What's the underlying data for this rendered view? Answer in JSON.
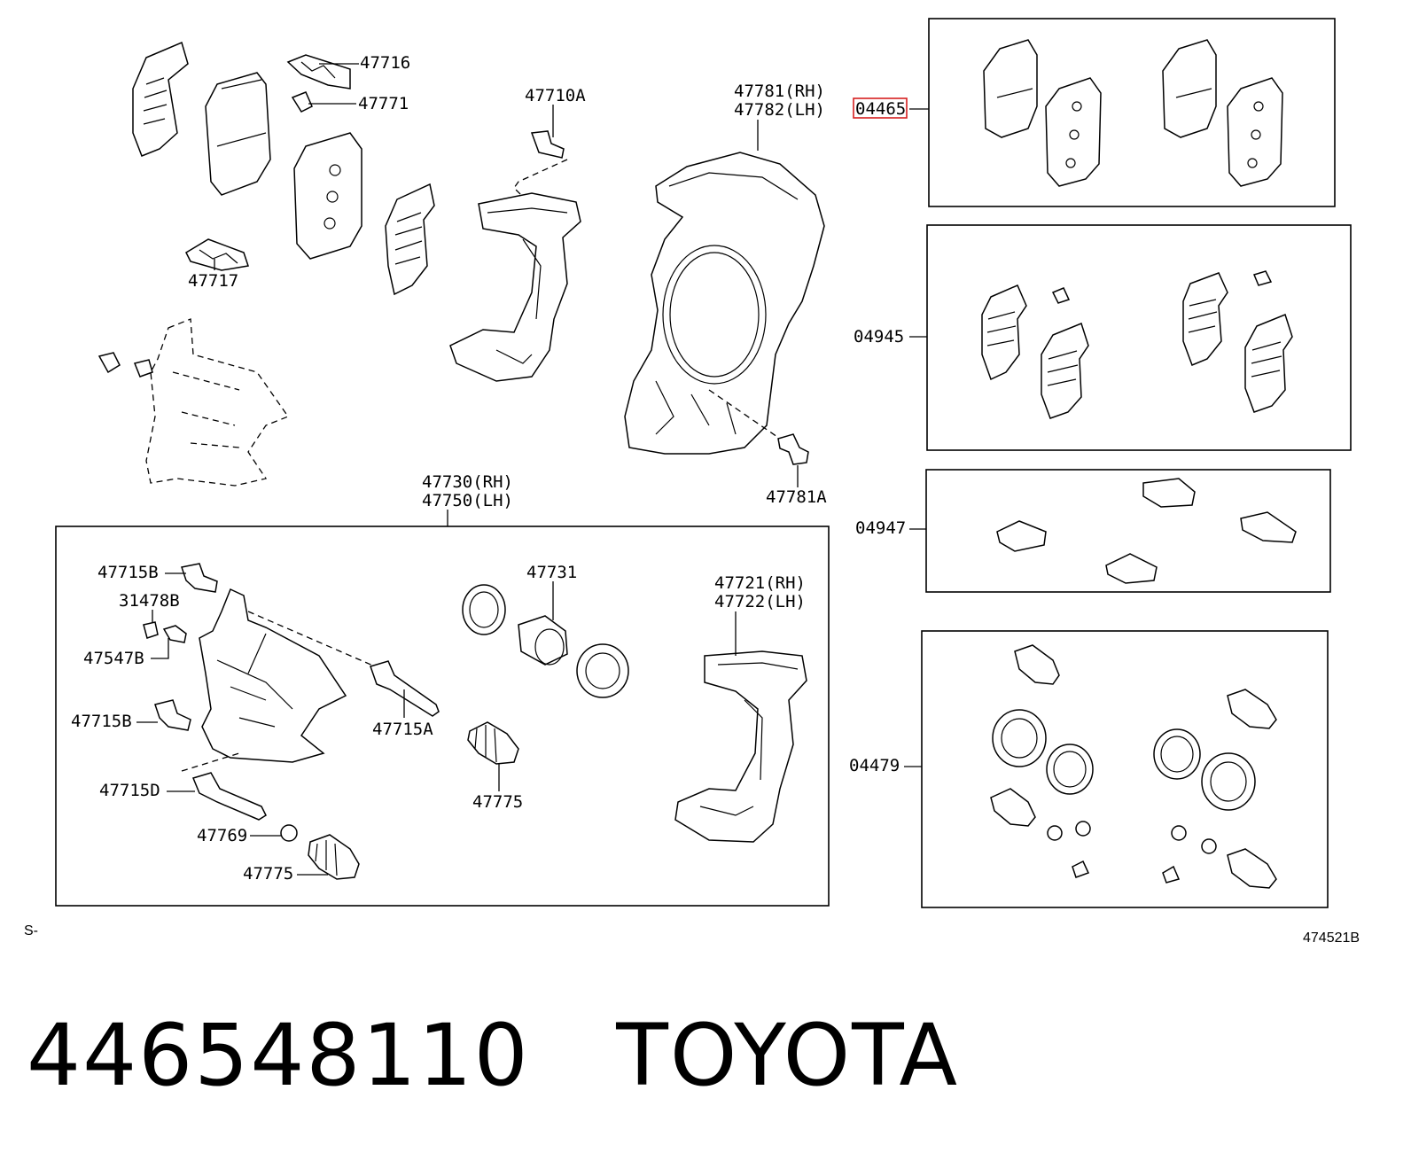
{
  "labels": {
    "p47716": "47716",
    "p47771": "47771",
    "p47717": "47717",
    "p47710A": "47710A",
    "p47781rh": "47781(RH)",
    "p47782lh": "47782(LH)",
    "p47781A": "47781A",
    "p04465": "04465",
    "p04945": "04945",
    "p04947": "04947",
    "p04479": "04479",
    "p47730rh": "47730(RH)",
    "p47750lh": "47750(LH)",
    "p47715B_1": "47715B",
    "p31478B": "31478B",
    "p47547B": "47547B",
    "p47715B_2": "47715B",
    "p47715D": "47715D",
    "p47769": "47769",
    "p47775_1": "47775",
    "p47731": "47731",
    "p47715A": "47715A",
    "p47775_2": "47775",
    "p47721rh": "47721(RH)",
    "p47722lh": "47722(LH)"
  },
  "corner_left": "S-",
  "corner_right": "474521B",
  "footer": {
    "part_number": "446548110",
    "brand": "TOYOTA"
  },
  "highlight_color": "#d62020"
}
